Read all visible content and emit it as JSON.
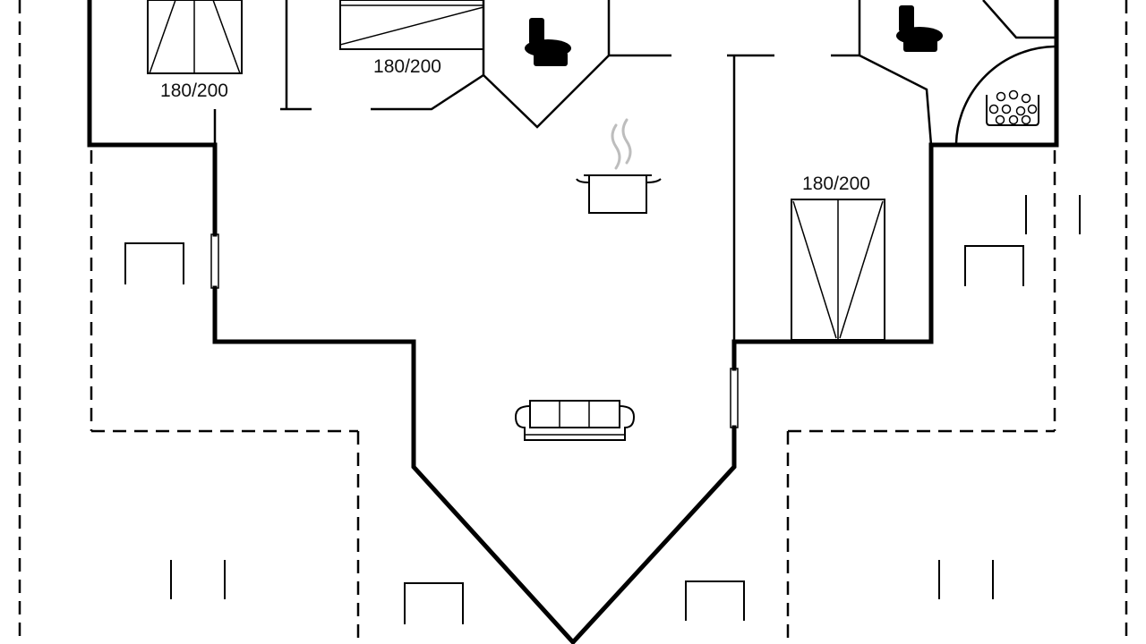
{
  "floor_plan": {
    "bed_labels": [
      "180/200",
      "180/200",
      "180/200"
    ],
    "icons": {
      "toilet": "toilet-icon",
      "kitchen": "cooking-pot-icon",
      "living": "sofa-icon",
      "sauna": "sauna-stones-icon",
      "bed": "double-bed-icon",
      "terrace_chair": "terrace-chair-icon"
    },
    "colors": {
      "wall": "#000000",
      "background": "#ffffff",
      "steam": "#bdbdbd"
    }
  }
}
